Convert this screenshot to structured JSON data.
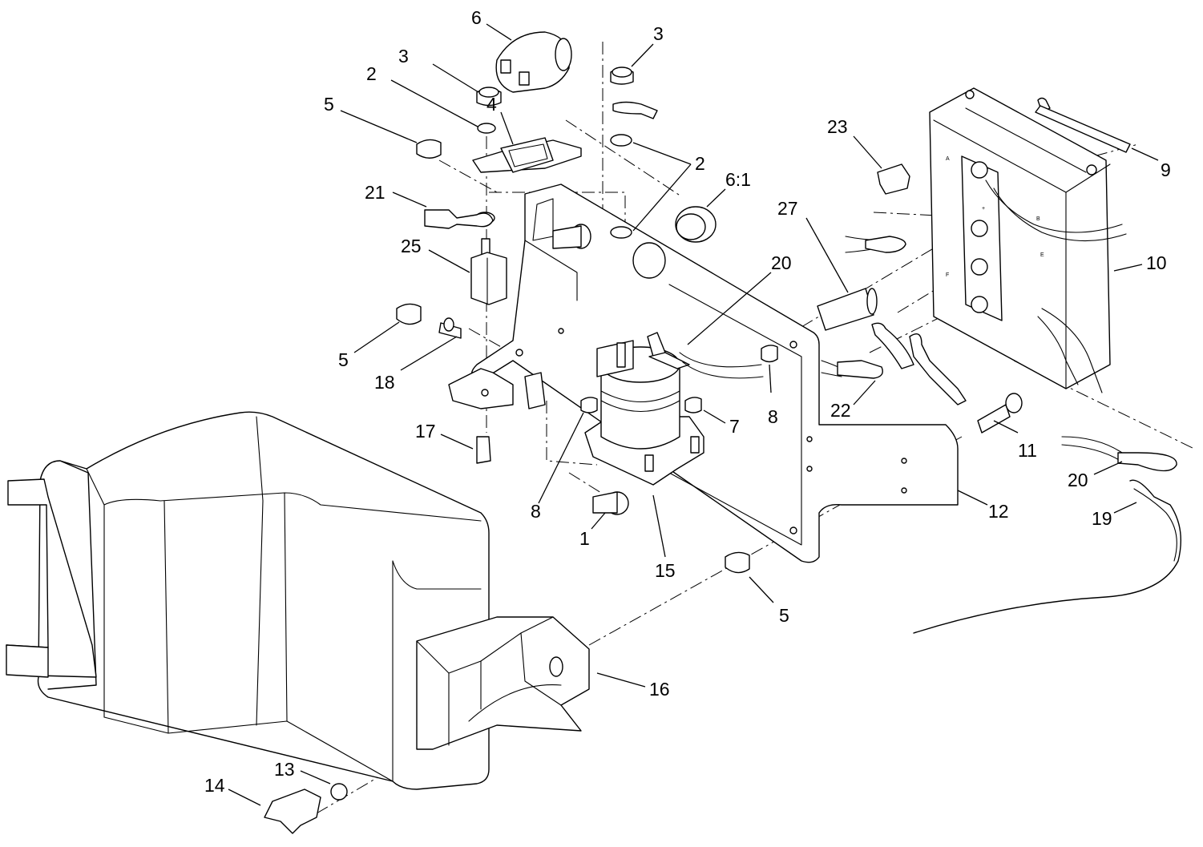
{
  "callouts": [
    {
      "id": "c6-relay",
      "text": "6"
    },
    {
      "id": "c3-top-left",
      "text": "3"
    },
    {
      "id": "c3-top-right",
      "text": "3"
    },
    {
      "id": "c2-left",
      "text": "2"
    },
    {
      "id": "c4",
      "text": "4"
    },
    {
      "id": "c5-left-top",
      "text": "5"
    },
    {
      "id": "c2-right",
      "text": "2"
    },
    {
      "id": "c6-1",
      "text": "6:1"
    },
    {
      "id": "c21",
      "text": "21"
    },
    {
      "id": "c25",
      "text": "25"
    },
    {
      "id": "c27",
      "text": "27"
    },
    {
      "id": "c20-top",
      "text": "20"
    },
    {
      "id": "c23",
      "text": "23"
    },
    {
      "id": "c9",
      "text": "9"
    },
    {
      "id": "c10",
      "text": "10"
    },
    {
      "id": "c5-left-mid",
      "text": "5"
    },
    {
      "id": "c18",
      "text": "18"
    },
    {
      "id": "c8-right",
      "text": "8"
    },
    {
      "id": "c7",
      "text": "7"
    },
    {
      "id": "c17",
      "text": "17"
    },
    {
      "id": "c22",
      "text": "22"
    },
    {
      "id": "c11",
      "text": "11"
    },
    {
      "id": "c8-left",
      "text": "8"
    },
    {
      "id": "c1",
      "text": "1"
    },
    {
      "id": "c15",
      "text": "15"
    },
    {
      "id": "c12",
      "text": "12"
    },
    {
      "id": "c20-right",
      "text": "20"
    },
    {
      "id": "c19",
      "text": "19"
    },
    {
      "id": "c5-bottom",
      "text": "5"
    },
    {
      "id": "c16",
      "text": "16"
    },
    {
      "id": "c13",
      "text": "13"
    },
    {
      "id": "c14",
      "text": "14"
    }
  ],
  "controller_markings": {
    "terminal_plus": "+",
    "terminal_b": "B",
    "terminal_a": "A",
    "terminal_f": "F",
    "terminal_e": "E"
  }
}
